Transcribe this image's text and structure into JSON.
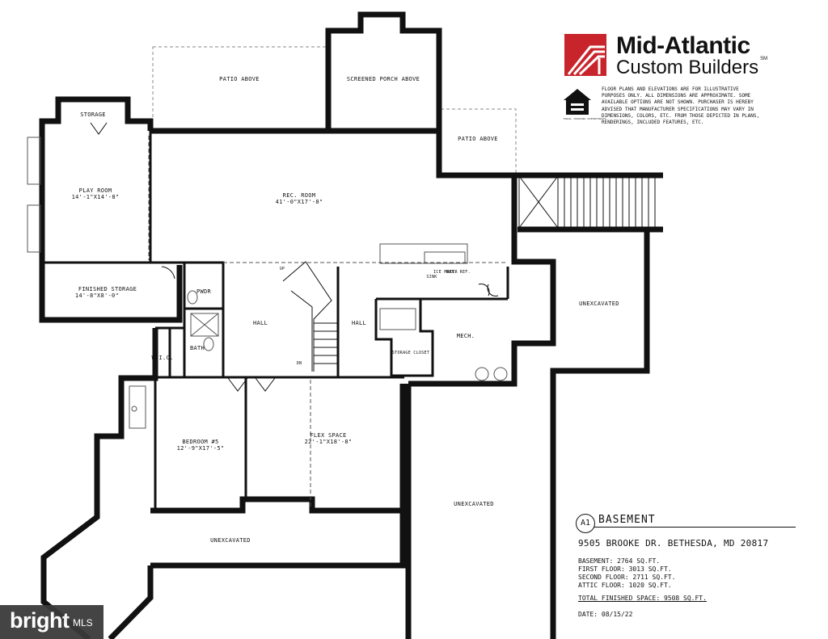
{
  "brand": {
    "name_line1": "Mid-Atlantic",
    "name_line2": "Custom Builders",
    "mark": "SM",
    "accent_color": "#c8242b",
    "eho_label": "EQUAL HOUSING OPPORTUNITY"
  },
  "disclaimer": "FLOOR PLANS AND ELEVATIONS ARE FOR ILLUSTRATIVE PURPOSES ONLY. ALL DIMENSIONS ARE APPROXIMATE. SOME AVAILABLE OPTIONS ARE NOT SHOWN. PURCHASER IS HEREBY ADVISED THAT MANUFACTURER SPECIFICATIONS MAY VARY IN DIMENSIONS, COLORS, ETC. FROM THOSE DEPICTED IN PLANS, RENDERINGS, INCLUDED FEATURES, ETC.",
  "sheet": {
    "number": "A1",
    "title": "BASEMENT",
    "address": "9505 BROOKE DR. BETHESDA, MD 20817",
    "areas": [
      "BASEMENT: 2764 SQ.FT.",
      "FIRST FLOOR: 3013 SQ.FT.",
      "SECOND FLOOR: 2711 SQ.FT.",
      "ATTIC FLOOR: 1020 SQ.FT."
    ],
    "total": "TOTAL FINISHED SPACE: 9508 SQ.FT.",
    "date": "DATE: 08/15/22"
  },
  "rooms": {
    "patio_above_1": "PATIO ABOVE",
    "screened_porch": "SCREENED PORCH ABOVE",
    "patio_above_2": "PATIO ABOVE",
    "storage": "STORAGE",
    "play_room": "PLAY ROOM",
    "play_room_dim": "14'-1\"x14'-8\"",
    "rec_room": "REC. ROOM",
    "rec_room_dim": "41'-0\"x17'-8\"",
    "finished_storage": "FINISHED STORAGE",
    "finished_storage_dim": "14'-8\"x8'-0\"",
    "pwdr": "PWDR",
    "bath": "BATH",
    "wic": "W.I.C.",
    "hall_1": "HALL",
    "hall_2": "HALL",
    "mech": "MECH.",
    "unexcavated_right": "UNEXCAVATED",
    "bedroom": "BEDROOM #5",
    "bedroom_dim": "12'-9\"x17'-5\"",
    "flex_space": "FLEX SPACE",
    "flex_space_dim": "22'-1\"x18'-8\"",
    "unexcavated_center": "UNEXCAVATED",
    "unexcavated_bottom": "UNEXCAVATED",
    "sink": "SINK",
    "ice_maker": "ICE MAKER",
    "bev_ref": "BEV. REF.",
    "storage_closet": "STORAGE CLOSET",
    "up": "UP",
    "dn": "DN"
  },
  "watermark": {
    "word": "bright",
    "suffix": "MLS"
  }
}
